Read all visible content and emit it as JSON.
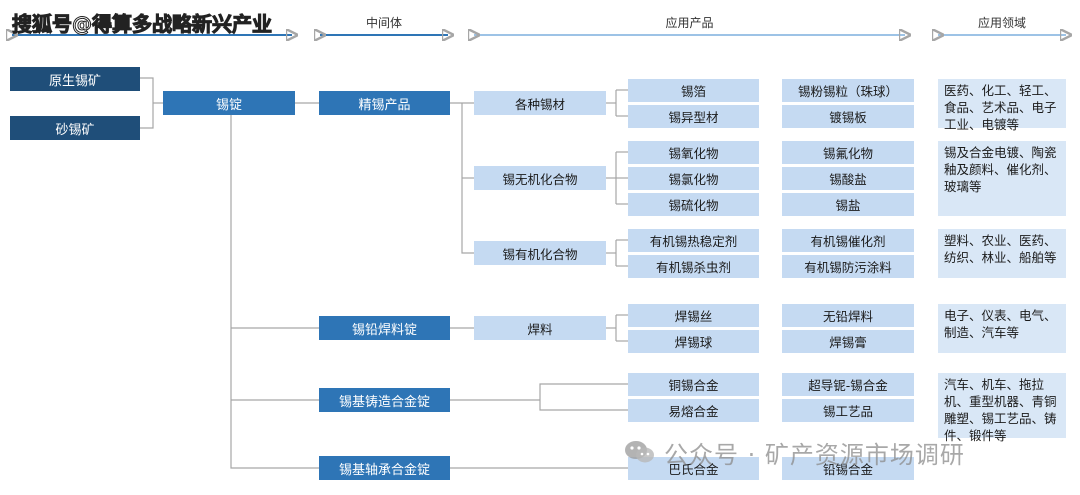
{
  "watermark_top": "搜狐号@得算多战略新兴产业",
  "headers": {
    "intermediate": "中间体",
    "products": "应用产品",
    "fields": "应用领域"
  },
  "raw": [
    "原生锡矿",
    "砂锡矿"
  ],
  "tin_ingot": "锡锭",
  "intermediates": [
    "精锡产品",
    "锡铅焊料锭",
    "锡基铸造合金锭",
    "锡基轴承合金锭"
  ],
  "categories": [
    "各种锡材",
    "锡无机化合物",
    "锡有机化合物",
    "焊料"
  ],
  "products": {
    "col1": [
      "锡箔",
      "锡异型材",
      "锡氧化物",
      "锡氯化物",
      "锡硫化物",
      "有机锡热稳定剂",
      "有机锡杀虫剂",
      "焊锡丝",
      "焊锡球",
      "铜锡合金",
      "易熔合金",
      "巴氏合金"
    ],
    "col2": [
      "锡粉锡粒（珠球）",
      "镀锡板",
      "锡氟化物",
      "锡酸盐",
      "锡盐",
      "有机锡催化剂",
      "有机锡防污涂料",
      "无铅焊料",
      "焊锡膏",
      "超导铌-锡合金",
      "锡工艺品",
      "铅锡合金"
    ]
  },
  "fields": [
    "医药、化工、轻工、食品、艺术品、电子工业、电镀等",
    "锡及合金电镀、陶瓷釉及颜料、催化剂、玻璃等",
    "塑料、农业、医药、纺织、林业、船舶等",
    "电子、仪表、电气、制造、汽车等",
    "汽车、机车、拖拉机、重型机器、青铜雕塑、锡工艺品、铸件、锻件等"
  ],
  "watermark_bottom": "公众号 · 矿产资源市场调研",
  "icons": {
    "wechat": "wechat-icon"
  },
  "colors": {
    "dark": "#1f4e79",
    "mid": "#2e75b6",
    "light": "#c5daf2",
    "field": "#d9e7f6",
    "arrow": "#2e75b6",
    "arrow_light": "#9dc3e6"
  }
}
